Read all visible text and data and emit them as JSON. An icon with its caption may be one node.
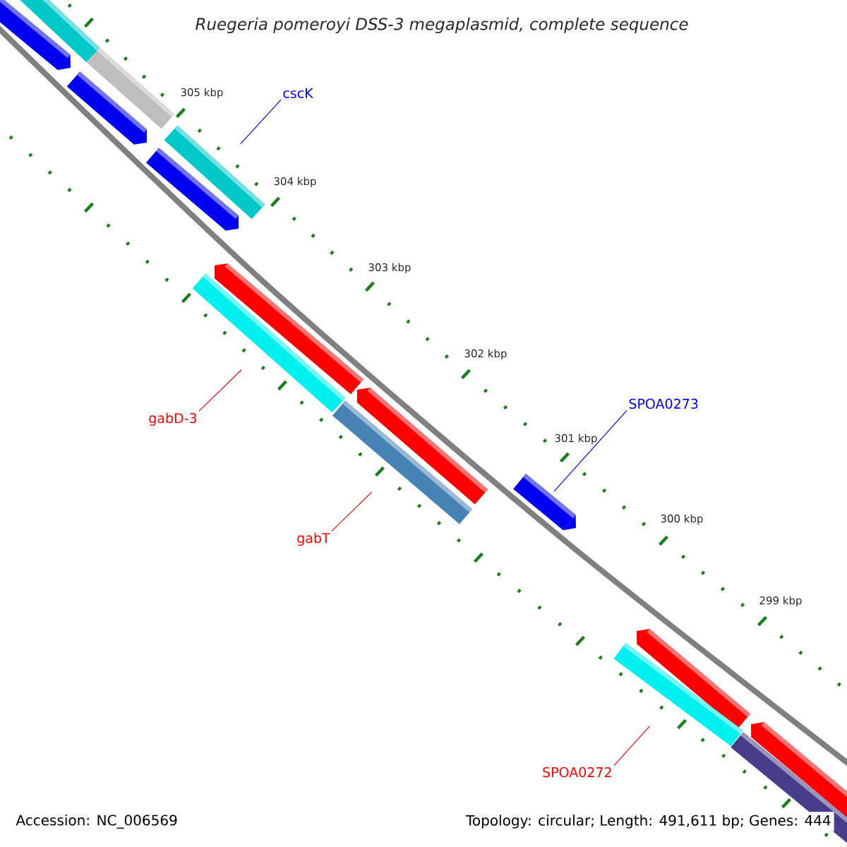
{
  "diagram": {
    "title": "Ruegeria pomeroyi DSS-3 megaplasmid, complete sequence",
    "nodes": [
      {
        "text": [
          "cscK"
        ]
      },
      {
        "text": [],
        "shape": "bar"
      },
      {
        "text": [
          "SPOA0273"
        ]
      },
      {
        "text": [],
        "shape": "bar"
      },
      {
        "text": [
          "gabD-3"
        ]
      },
      {
        "text": [],
        "shape": "bar"
      },
      {
        "text": [
          "gabT"
        ]
      },
      {
        "text": [],
        "shape": "bar"
      },
      {
        "text": [
          "SPOA0272"
        ]
      },
      {
        "text": [],
        "shape": "bar"
      }
    ],
    "edges": [
      {
        "from": 0,
        "to": 1,
        "arrow": "none",
        "color": "#0000ff"
      },
      {
        "from": 2,
        "to": 3,
        "arrow": "none",
        "color": "#0000ff"
      },
      {
        "from": 4,
        "to": 5,
        "arrow": "none"
      },
      {
        "from": 6,
        "to": 7,
        "arrow": "none"
      },
      {
        "from": 8,
        "to": 9,
        "arrow": "none"
      }
    ],
    "labels": [
      "305 kbp",
      "304 kbp",
      "303 kbp",
      "302 kbp",
      "301 kbp",
      "300 kbp",
      "299 kbp",
      "Accession: NC_006569",
      "Topology: circular; Length: 491,611 bp; Genes: 444"
    ]
  }
}
